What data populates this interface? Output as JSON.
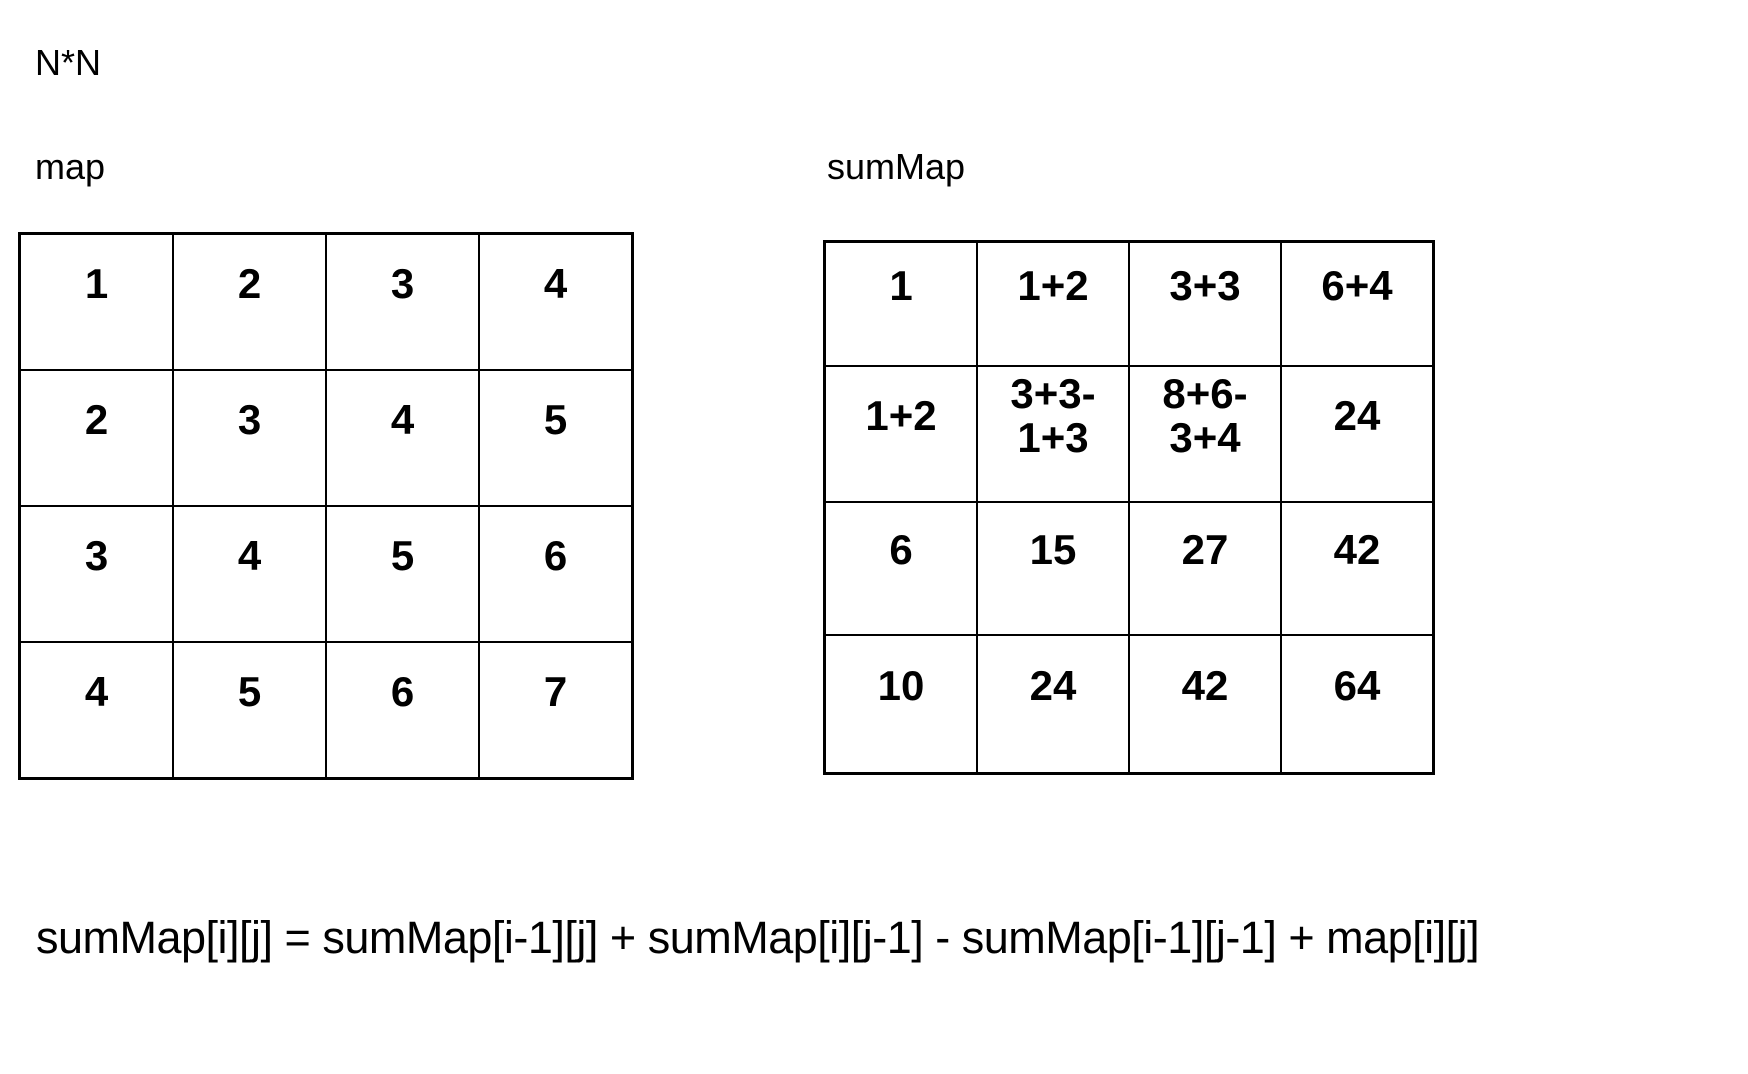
{
  "annotation": "N*N",
  "map_table": {
    "label": "map",
    "rows": [
      [
        "1",
        "2",
        "3",
        "4"
      ],
      [
        "2",
        "3",
        "4",
        "5"
      ],
      [
        "3",
        "4",
        "5",
        "6"
      ],
      [
        "4",
        "5",
        "6",
        "7"
      ]
    ]
  },
  "summap_table": {
    "label": "sumMap",
    "rows": [
      [
        "1",
        "1+2",
        "3+3",
        "6+4"
      ],
      [
        "1+2",
        "3+3-\n1+3",
        "8+6-\n3+4",
        "24"
      ],
      [
        "6",
        "15",
        "27",
        "42"
      ],
      [
        "10",
        "24",
        "42",
        "64"
      ]
    ]
  },
  "formula": "sumMap[i][j] = sumMap[i-1][j] + sumMap[i][j-1] - sumMap[i-1][j-1] + map[i][j]",
  "colors": {
    "background": "#ffffff",
    "text": "#000000",
    "border": "#000000"
  }
}
